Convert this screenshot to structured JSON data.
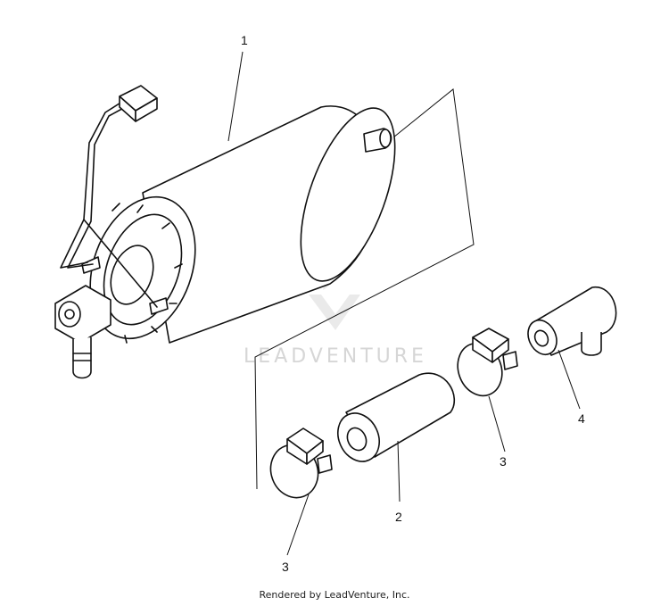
{
  "diagram": {
    "callouts": [
      {
        "id": "1",
        "label": "1"
      },
      {
        "id": "2",
        "label": "2"
      },
      {
        "id": "3a",
        "label": "3"
      },
      {
        "id": "3b",
        "label": "3"
      },
      {
        "id": "4",
        "label": "4"
      }
    ],
    "watermark": {
      "text": "LEADVENTURE",
      "color": "#d6d6d6"
    }
  },
  "footer": {
    "text": "Rendered by LeadVenture, Inc."
  }
}
